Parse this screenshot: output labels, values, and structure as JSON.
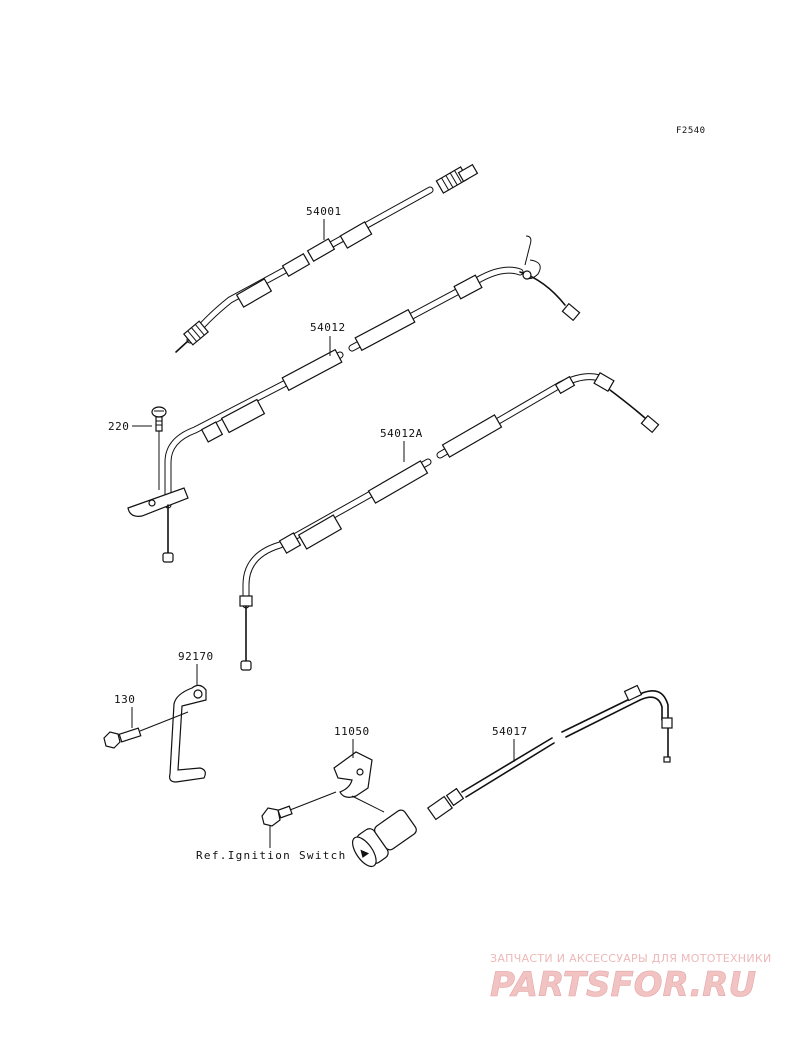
{
  "figure_code": "F2540",
  "labels": {
    "p54001": "54001",
    "p54012": "54012",
    "p54012a": "54012A",
    "p220": "220",
    "p92170": "92170",
    "p130": "130",
    "p11050": "11050",
    "p54017": "54017",
    "ref_ignition": "Ref.Ignition Switch"
  },
  "watermark": {
    "tagline": "ЗАПЧАСТИ И АКСЕССУАРЫ ДЛЯ МОТОТЕХНИКИ",
    "brand": "PARTSFOR.RU",
    "color": "#e8a0a0"
  }
}
